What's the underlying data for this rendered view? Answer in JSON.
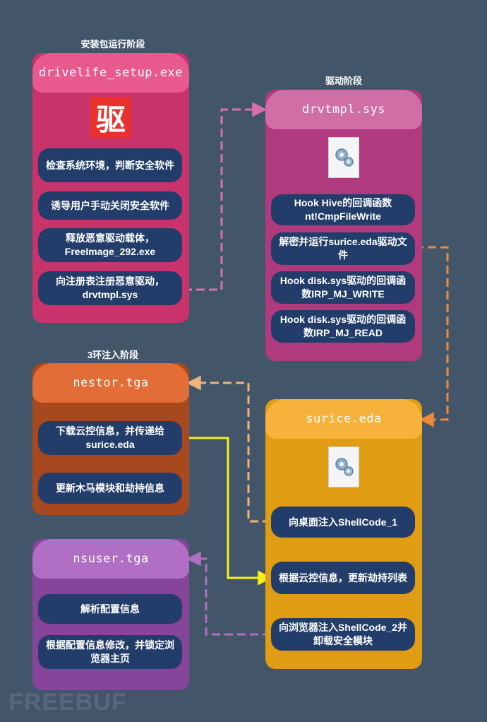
{
  "stages": {
    "install": "安装包运行阶段",
    "driver": "驱动阶段",
    "ring3": "3环注入阶段"
  },
  "panels": {
    "setup": {
      "title": "drivelife_setup.exe",
      "icon_char": "驱",
      "steps": [
        "检查系统环境，判断安全软件",
        "诱导用户手动关闭安全软件",
        "释放恶意驱动载体，FreeImage_292.exe",
        "向注册表注册恶意驱动，drvtmpl.sys"
      ]
    },
    "drvtmpl": {
      "title": "drvtmpl.sys",
      "steps": [
        "Hook Hive的回调函数nt!CmpFileWrite",
        "解密并运行surice.eda驱动文件",
        "Hook disk.sys驱动的回调函数IRP_MJ_WRITE",
        "Hook disk.sys驱动的回调函数IRP_MJ_READ"
      ]
    },
    "nestor": {
      "title": "nestor.tga",
      "steps": [
        "下载云控信息，并传递给surice.eda",
        "更新木马模块和劫持信息"
      ]
    },
    "surice": {
      "title": "surice.eda",
      "steps": [
        "向桌面注入ShellCode_1",
        "根据云控信息，更新劫持列表",
        "向浏览器注入ShellCode_2并卸载安全模块"
      ]
    },
    "nsuser": {
      "title": "nsuser.tga",
      "steps": [
        "解析配置信息",
        "根据配置信息修改，并锁定浏览器主页"
      ]
    }
  },
  "watermark": "FREEBUF",
  "colors": {
    "background": "#435669",
    "step_fill": "#233d6b",
    "pink_panel": "#c8336b",
    "magenta_panel": "#b03a7e",
    "orange_panel": "#cc5a28",
    "amber_panel": "#e3a213",
    "purple_panel": "#8a4b9e",
    "yellow_line": "#f7ef1b"
  }
}
